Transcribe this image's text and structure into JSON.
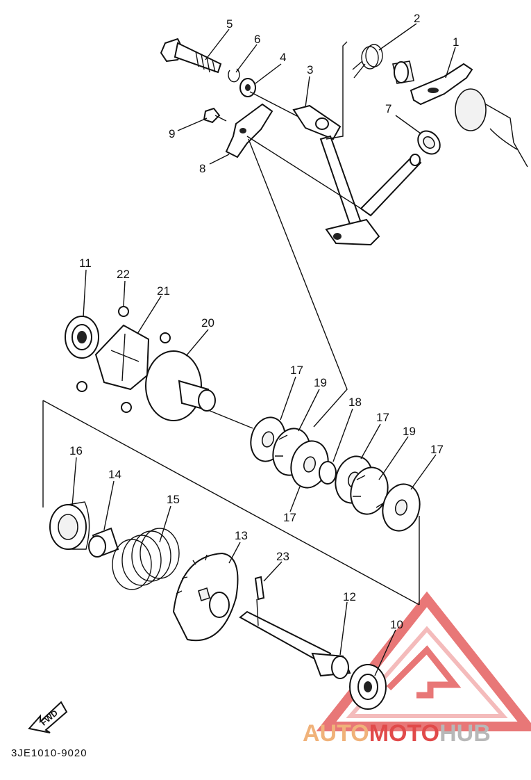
{
  "callouts": [
    {
      "id": "1",
      "text": "1"
    },
    {
      "id": "2",
      "text": "2"
    },
    {
      "id": "3",
      "text": "3"
    },
    {
      "id": "4",
      "text": "4"
    },
    {
      "id": "5",
      "text": "5"
    },
    {
      "id": "6",
      "text": "6"
    },
    {
      "id": "7",
      "text": "7"
    },
    {
      "id": "8",
      "text": "8"
    },
    {
      "id": "9",
      "text": "9"
    },
    {
      "id": "10",
      "text": "10"
    },
    {
      "id": "11",
      "text": "11"
    },
    {
      "id": "12",
      "text": "12"
    },
    {
      "id": "13",
      "text": "13"
    },
    {
      "id": "14",
      "text": "14"
    },
    {
      "id": "15",
      "text": "15"
    },
    {
      "id": "16",
      "text": "16"
    },
    {
      "id": "17a",
      "text": "17"
    },
    {
      "id": "17b",
      "text": "17"
    },
    {
      "id": "17c",
      "text": "17"
    },
    {
      "id": "17d",
      "text": "17"
    },
    {
      "id": "18",
      "text": "18"
    },
    {
      "id": "19a",
      "text": "19"
    },
    {
      "id": "19b",
      "text": "19"
    },
    {
      "id": "20",
      "text": "20"
    },
    {
      "id": "21",
      "text": "21"
    },
    {
      "id": "22",
      "text": "22"
    },
    {
      "id": "23",
      "text": "23"
    }
  ],
  "fwd_label": "FWD",
  "diagram_code": "3JE1010-9020",
  "watermark": {
    "part1": "AUTO",
    "part2": "MOTO",
    "part3": "HUB",
    "color_red": "#e14a4a",
    "color_orange": "#f0b27a",
    "color_grey": "#b8b8b8"
  }
}
